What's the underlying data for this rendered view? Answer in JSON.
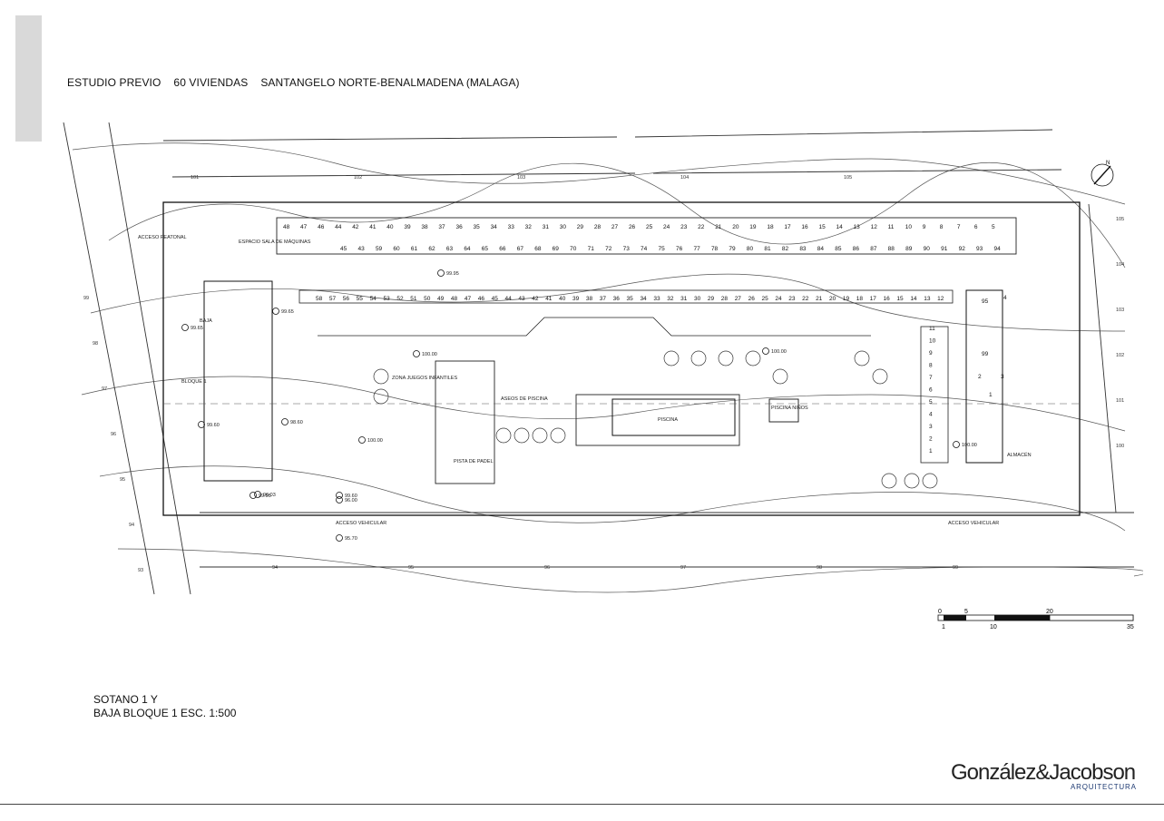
{
  "header": {
    "study": "ESTUDIO PREVIO",
    "units": "60 VIVIENDAS",
    "location": "SANTANGELO NORTE-BENALMADENA (MALAGA)"
  },
  "caption": {
    "line1": "SOTANO 1 Y",
    "line2": "BAJA BLOQUE 1   ESC. 1:500"
  },
  "plan_labels": {
    "bloque": "BLOQUE 1",
    "piscina": "PISCINA",
    "piscina_ninos": "PISCINA NIÑOS",
    "zona_juegos": "ZONA JUEGOS INFANTILES",
    "aseos": "ASEOS DE PISCINA",
    "pista": "PISTA DE PADEL",
    "almacen": "ALMACÉN",
    "acceso_peatonal": "ACCESO PEATONAL",
    "acceso_vehicular": "ACCESO VEHICULAR",
    "espacio_maquinas": "ESPACIO SALA DE MÁQUINAS",
    "baja": "BAJA"
  },
  "levels": [
    "100.00",
    "99.95",
    "100.00",
    "100.00",
    "100.00",
    "99.95",
    "99.60",
    "99.65",
    "99.60",
    "98.60",
    "96.00",
    "96.03",
    "95.70",
    "99.65"
  ],
  "contours": {
    "top": [
      "101",
      "102",
      "103",
      "104",
      "105"
    ],
    "right": [
      "105",
      "104",
      "103",
      "102",
      "101",
      "100"
    ],
    "left": [
      "99",
      "98",
      "97",
      "96",
      "95",
      "94",
      "93"
    ],
    "bottom": [
      "94",
      "95",
      "96",
      "97",
      "98",
      "99"
    ]
  },
  "parking": {
    "top_row": [
      "48",
      "47",
      "46",
      "44",
      "42",
      "41",
      "40",
      "39",
      "38",
      "37",
      "36",
      "35",
      "34",
      "33",
      "32",
      "31",
      "30",
      "29",
      "28",
      "27",
      "26",
      "25",
      "24",
      "23",
      "22",
      "21",
      "20",
      "19",
      "18",
      "17",
      "16",
      "15",
      "14",
      "13",
      "12",
      "11",
      "10",
      "9",
      "8",
      "7",
      "6",
      "5"
    ],
    "top_inner": [
      "45",
      "43",
      "59",
      "60",
      "61",
      "62",
      "63",
      "64",
      "65",
      "66",
      "67",
      "68",
      "69",
      "70",
      "71",
      "72",
      "73",
      "74",
      "75",
      "76",
      "77",
      "78",
      "79",
      "80",
      "81",
      "82",
      "83",
      "84",
      "85",
      "86",
      "87",
      "88",
      "89",
      "90",
      "91",
      "92",
      "93",
      "94"
    ],
    "middle_row": [
      "58",
      "57",
      "56",
      "55",
      "54",
      "53",
      "52",
      "51",
      "50",
      "49",
      "48",
      "47",
      "46",
      "45",
      "44",
      "43",
      "42",
      "41",
      "40",
      "39",
      "38",
      "37",
      "36",
      "35",
      "34",
      "33",
      "32",
      "31",
      "30",
      "29",
      "28",
      "27",
      "26",
      "25",
      "24",
      "23",
      "22",
      "21",
      "20",
      "19",
      "18",
      "17",
      "16",
      "15",
      "14",
      "13",
      "12"
    ],
    "right_column": [
      "11",
      "10",
      "9",
      "8",
      "7",
      "6",
      "5",
      "4",
      "3",
      "2",
      "1"
    ],
    "right_block": [
      "95",
      "4",
      "99",
      "3",
      "2",
      "1"
    ]
  },
  "scale_bar": {
    "top_ticks": [
      "0",
      "5",
      "20"
    ],
    "bottom_ticks": [
      "1",
      "10",
      "35"
    ]
  },
  "north_label": "N",
  "logo": {
    "name": "González&Jacobson",
    "sub": "ARQUITECTURA",
    "accent": "#1f3b73"
  }
}
